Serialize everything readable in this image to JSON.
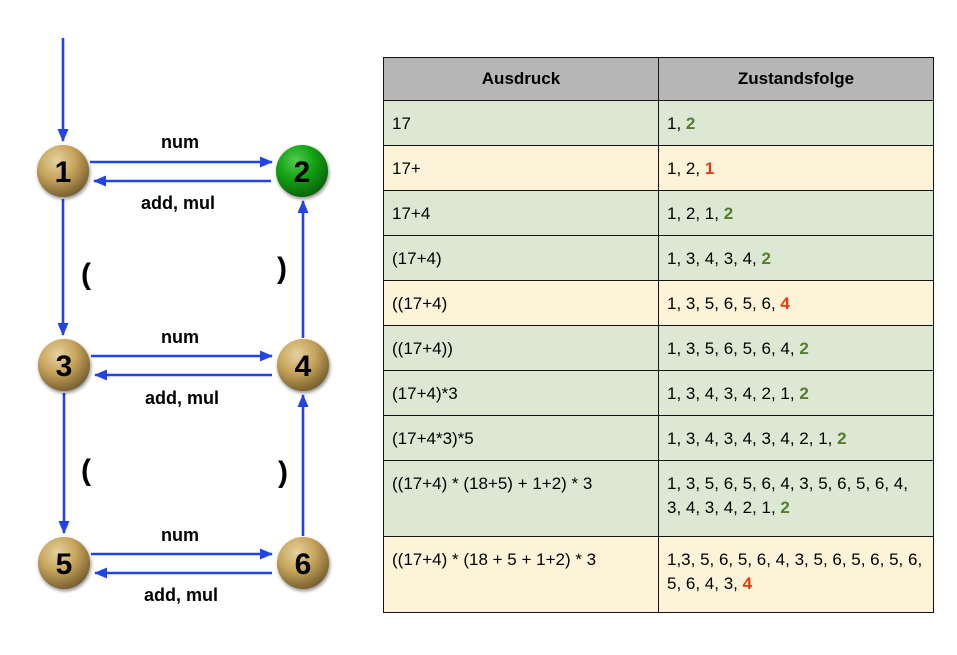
{
  "diagram": {
    "states": [
      {
        "label": "1",
        "kind": "normal"
      },
      {
        "label": "2",
        "kind": "accepting"
      },
      {
        "label": "3",
        "kind": "normal"
      },
      {
        "label": "4",
        "kind": "normal"
      },
      {
        "label": "5",
        "kind": "normal"
      },
      {
        "label": "6",
        "kind": "normal"
      }
    ],
    "labels": {
      "num": "num",
      "add_mul": "add, mul",
      "open": "(",
      "close": ")"
    }
  },
  "table": {
    "headers": [
      "Ausdruck",
      "Zustandsfolge"
    ],
    "rows": [
      {
        "expression": "17",
        "prefix": "1, ",
        "last": "2",
        "status": "ok"
      },
      {
        "expression": "17+",
        "prefix": "1, 2, ",
        "last": "1",
        "status": "fail"
      },
      {
        "expression": "17+4",
        "prefix": "1, 2, 1, ",
        "last": "2",
        "status": "ok"
      },
      {
        "expression": "(17+4)",
        "prefix": "1, 3, 4, 3, 4, ",
        "last": "2",
        "status": "ok"
      },
      {
        "expression": "((17+4)",
        "prefix": "1, 3, 5, 6, 5, 6, ",
        "last": "4",
        "status": "fail"
      },
      {
        "expression": "((17+4))",
        "prefix": "1, 3, 5, 6, 5, 6, 4, ",
        "last": "2",
        "status": "ok"
      },
      {
        "expression": "(17+4)*3",
        "prefix": "1, 3, 4, 3, 4, 2, 1, ",
        "last": "2",
        "status": "ok"
      },
      {
        "expression": "(17+4*3)*5",
        "prefix": "1, 3, 4, 3, 4, 3, 4, 2, 1, ",
        "last": "2",
        "status": "ok"
      },
      {
        "expression": "((17+4) * (18+5) + 1+2) * 3",
        "prefix": "1, 3, 5, 6, 5, 6, 4, 3, 5, 6, 5, 6, 4, 3, 4, 3, 4, 2, 1, ",
        "last": "2",
        "status": "ok"
      },
      {
        "expression": "((17+4) * (18 + 5 + 1+2) * 3",
        "prefix": "1,3, 5, 6, 5, 6, 4, 3, 5, 6, 5, 6, 5, 6, 5, 6, 4, 3, ",
        "last": "4",
        "status": "fail"
      }
    ]
  },
  "colors": {
    "arrow_blue": "#2443e6",
    "state_tan": "#c7a55c",
    "state_accept_green": "#12a312",
    "accept_text_green": "#547c2b",
    "error_text_red": "#e23c0e",
    "row_bg_green": "#dde8d4",
    "row_bg_cream": "#fcf3d8",
    "header_bg_gray": "#b6b6b6",
    "border_black": "#141414"
  }
}
